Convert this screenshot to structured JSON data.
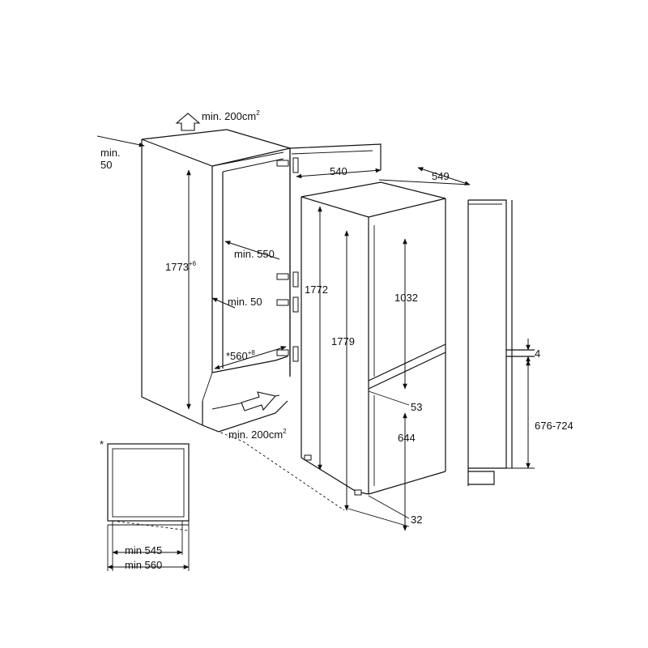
{
  "niche": {
    "vent_top": "min. 200cm",
    "vent_top_sup": "2",
    "vent_bottom": "min. 200cm",
    "vent_bottom_sup": "2",
    "side_gap_label_line1": "min.",
    "side_gap_label_line2": "50",
    "height": "1773",
    "height_tol": "+6",
    "depth_min": "min. 550",
    "rear_gap": "min. 50",
    "width": "*560",
    "width_tol": "+8"
  },
  "appliance": {
    "door_depth": "540",
    "total_depth": "549",
    "body_height": "1772",
    "total_height": "1779",
    "fridge_door_height": "1032",
    "door_gap": "53",
    "freezer_door_height": "644",
    "bottom_offset": "32"
  },
  "side_view": {
    "top_gap": "4",
    "range": "676-724"
  },
  "plan_view": {
    "asterisk": "*",
    "min_inner": "min 545",
    "min_outer": "min 560"
  },
  "colors": {
    "line": "#111111",
    "background": "#ffffff"
  }
}
